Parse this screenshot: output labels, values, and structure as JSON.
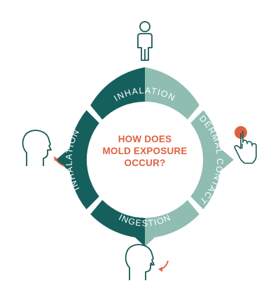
{
  "center": {
    "line1": "HOW DOES",
    "line2": "MOLD EXPOSURE",
    "line3": "OCCUR?"
  },
  "segments": {
    "top": "INHALATION",
    "left": "INHALATION",
    "right": "DERMAL CONTACT",
    "bottom": "INGESTION"
  },
  "icons": {
    "top": "person-icon",
    "left": "face-inhaling-icon",
    "right": "hand-pressing-button-icon",
    "bottom": "face-ingesting-icon"
  },
  "colors": {
    "dark_teal": "#155f5c",
    "light_teal": "#8fbdb2",
    "accent": "#e0613f",
    "outline": "#1b5855"
  }
}
